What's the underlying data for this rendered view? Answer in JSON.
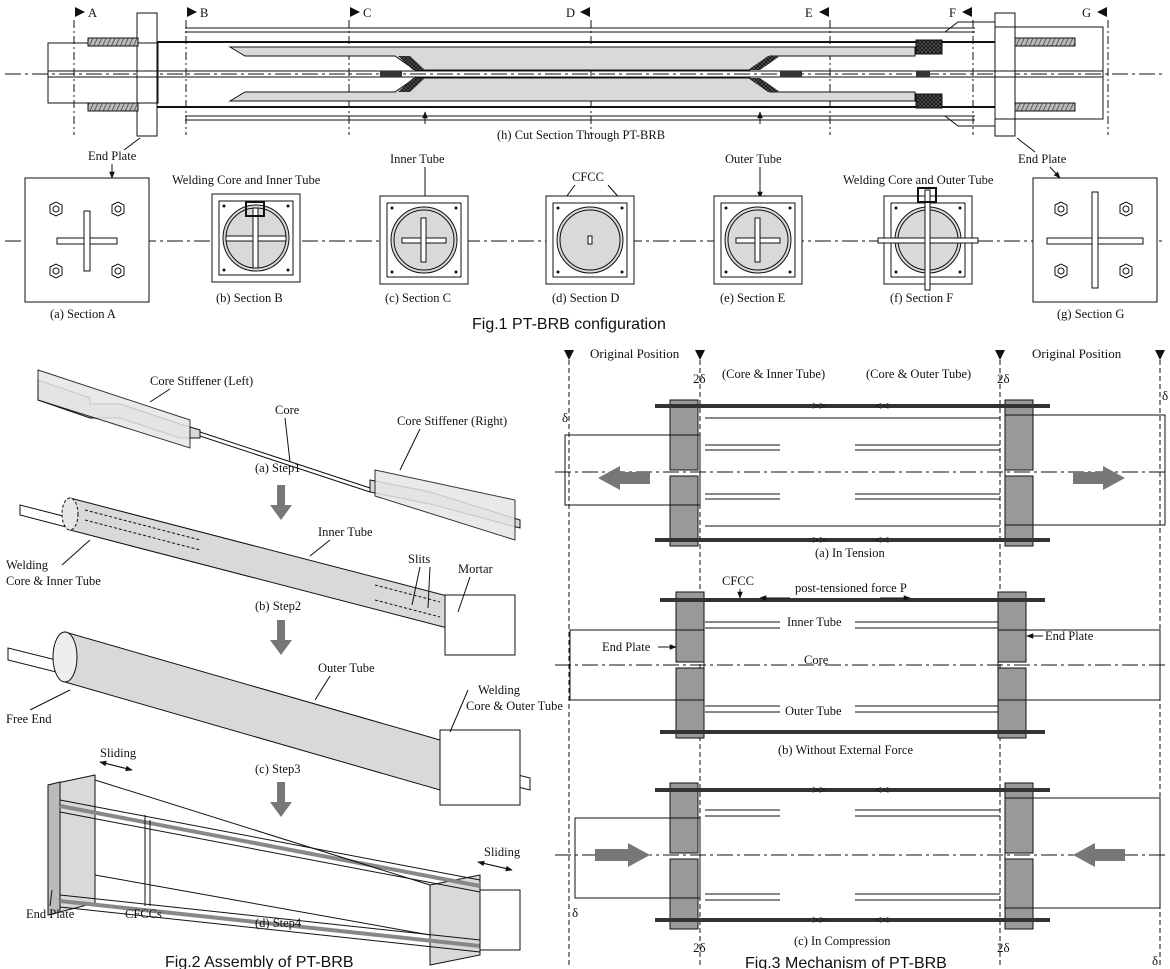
{
  "fig1": {
    "caption": "Fig.1 PT-BRB configuration",
    "cut_labels": [
      "A",
      "B",
      "C",
      "D",
      "E",
      "F",
      "G"
    ],
    "cut_section_caption": "(h) Cut Section Through PT-BRB",
    "end_plate_left": "End Plate",
    "end_plate_right": "End Plate",
    "inner_tube": "Inner Tube",
    "outer_tube": "Outer Tube",
    "cfcc": "CFCC",
    "weld_inner": "Welding Core and Inner Tube",
    "weld_outer": "Welding Core and Outer Tube",
    "sections": [
      "(a) Section A",
      "(b) Section B",
      "(c) Section C",
      "(d) Section D",
      "(e) Section E",
      "(f) Section F",
      "(g) Section G"
    ]
  },
  "fig2": {
    "caption": "Fig.2 Assembly of PT-BRB",
    "stiffener_left": "Core Stiffener (Left)",
    "stiffener_right": "Core Stiffener (Right)",
    "core": "Core",
    "step1": "(a) Step1",
    "inner_tube": "Inner Tube",
    "weld1_a": "Welding",
    "weld1_b": "Core & Inner Tube",
    "slits": "Slits",
    "mortar": "Mortar",
    "step2": "(b) Step2",
    "outer_tube": "Outer Tube",
    "weld2_a": "Welding",
    "weld2_b": "Core & Outer Tube",
    "free_end": "Free End",
    "step3": "(c) Step3",
    "sliding_left": "Sliding",
    "sliding_right": "Sliding",
    "end_plate": "End Plate",
    "cfccs": "CFCCs",
    "step4": "(d) Step4"
  },
  "fig3": {
    "caption": "Fig.3 Mechanism of PT-BRB",
    "orig_left": "Original Position",
    "orig_right": "Original Position",
    "two_delta": "2δ",
    "delta": "δ",
    "core_inner": "(Core & Inner Tube)",
    "core_outer": "(Core & Outer Tube)",
    "in_tension": "(a) In Tension",
    "cfcc": "CFCC",
    "pt_force": "post-tensioned force P",
    "inner_tube": "Inner Tube",
    "end_plate_left": "End Plate",
    "end_plate_right": "End Plate",
    "core": "Core",
    "outer_tube": "Outer Tube",
    "without_force": "(b) Without External Force",
    "in_compression": "(c) In Compression"
  }
}
